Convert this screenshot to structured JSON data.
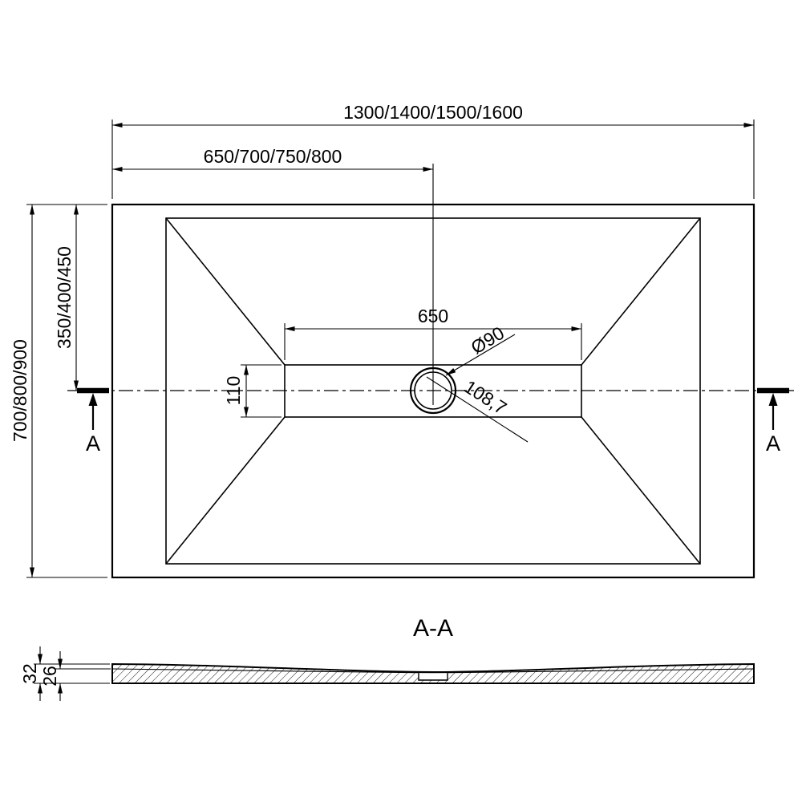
{
  "drawing": {
    "colors": {
      "line": "#000000",
      "background": "#ffffff"
    },
    "top_view": {
      "dim_width_overall": "1300/1400/1500/1600",
      "dim_width_to_drain": "650/700/750/800",
      "dim_height_overall": "700/800/900",
      "dim_height_to_drain": "350/400/450",
      "dim_channel_length": "650",
      "dim_channel_width": "110",
      "dim_drain_diameter": "Ø90",
      "dim_drain_offset": "108,7",
      "section_marker_left": "A",
      "section_marker_right": "A"
    },
    "section_view": {
      "title": "A-A",
      "dim_edge_thickness": "32",
      "dim_center_thickness": "26"
    }
  }
}
